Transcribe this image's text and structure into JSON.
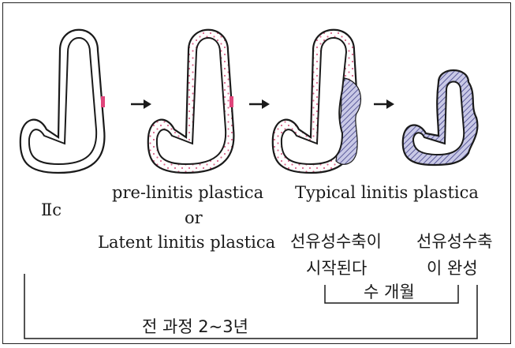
{
  "labels": {
    "stage1": "Ⅱc",
    "stage2_line1": "pre-linitis plastica",
    "stage2_line2": "or",
    "stage2_line3": "Latent linitis plastica",
    "stage3": "Typical linitis plastica",
    "fibrosis_start_line1": "선유성수축이",
    "fibrosis_start_line2": "시작된다",
    "fibrosis_done_line1": "선유성수축",
    "fibrosis_done_line2": "이 완성",
    "interval_months": "수 개월",
    "total_duration": "전 과정 2~3년"
  },
  "colors": {
    "outline": "#1a1a1a",
    "lesion": "#e0457b",
    "dots": "#d9668c",
    "hatch": "#6a6aa8"
  },
  "icons": [
    "stomach-stage-1",
    "arrow-right-icon",
    "stomach-stage-2",
    "arrow-right-icon",
    "stomach-stage-3",
    "arrow-right-icon",
    "stomach-stage-4"
  ]
}
